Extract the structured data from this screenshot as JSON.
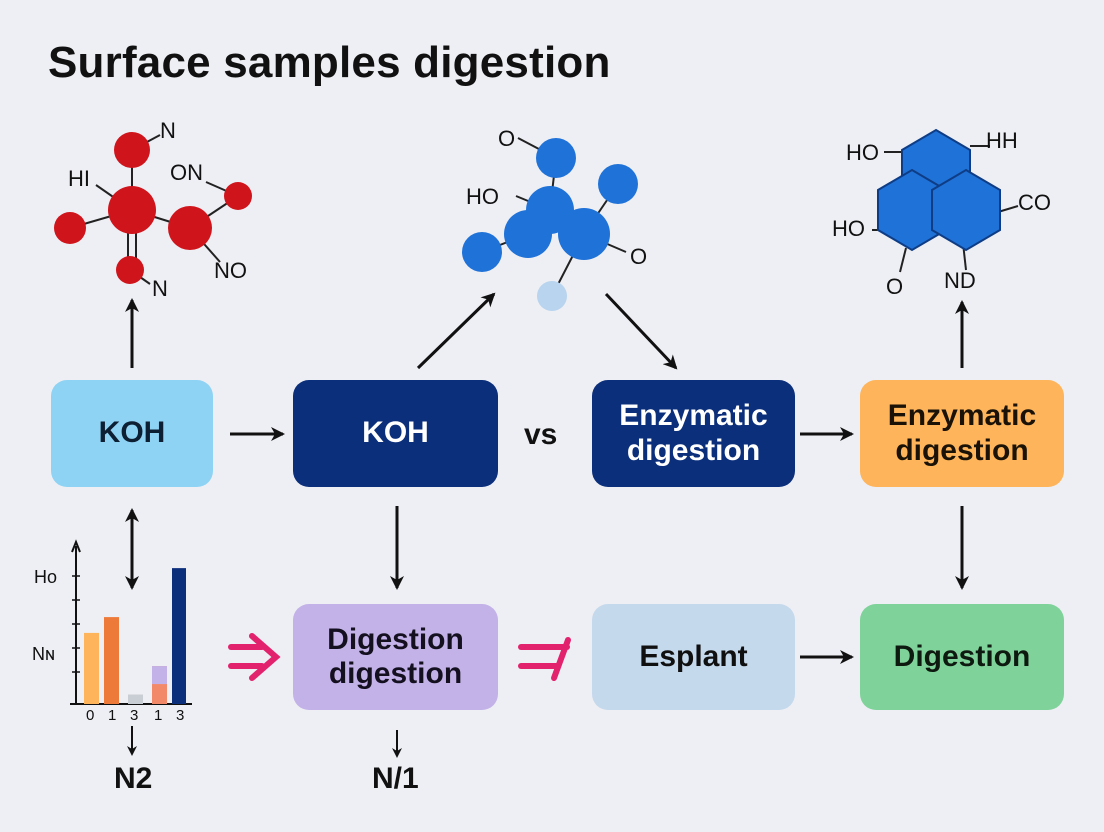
{
  "title": "Surface samples digestion",
  "nodes": {
    "koh_light": "KOH",
    "koh_dark": "KOH",
    "vs": "vs",
    "enzymatic_dark": "Enzymatic\ndigestion",
    "enzymatic_orange": "Enzymatic\ndigestion",
    "digestion_purple": "Digestion\ndigestion",
    "esplant": "Esplant",
    "digestion_green": "Digestion"
  },
  "molecule_red": {
    "labels": [
      "N",
      "HI",
      "ON",
      "NO",
      "N"
    ]
  },
  "molecule_blue": {
    "labels": [
      "O",
      "HO",
      "O"
    ]
  },
  "molecule_hex": {
    "labels": [
      "HO",
      "HH",
      "CO",
      "HO",
      "ND",
      "O"
    ]
  },
  "mini_chart": {
    "y_labels": [
      "Ho",
      "Nɴ"
    ],
    "x_labels": [
      "0",
      "1",
      "3",
      "1",
      "3"
    ],
    "below_label": "N2"
  },
  "bottom_label_mid": "N/1",
  "colors": {
    "koh_light": "#8fd3f4",
    "koh_dark": "#0b2f7b",
    "enzymatic_dark": "#0b2f7b",
    "enzymatic_orange": "#fdb45a",
    "digestion_purple": "#c3b2e8",
    "esplant": "#c5d9ec",
    "digestion_green": "#7fd39a",
    "pink_arrow": "#e3226e",
    "atom_red": "#d0141c",
    "atom_blue": "#1f72d8"
  },
  "chart_data": {
    "type": "bar",
    "title": "",
    "xlabel": "",
    "ylabel": "",
    "categories": [
      "0",
      "1",
      "3",
      "1",
      "3"
    ],
    "series": [
      {
        "values": [
          0.45,
          0.55,
          0.06,
          0.24,
          0.86
        ]
      }
    ],
    "ytick_labels": [
      "Ho",
      "Nɴ"
    ],
    "ylim": [
      0,
      1
    ]
  }
}
